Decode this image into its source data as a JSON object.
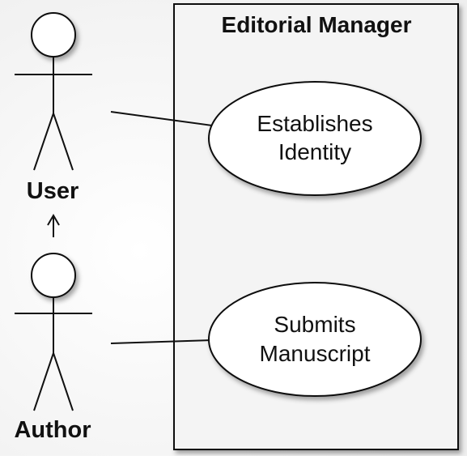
{
  "diagram": {
    "system": {
      "title": "Editorial Manager"
    },
    "actors": [
      {
        "id": "user",
        "label": "User"
      },
      {
        "id": "author",
        "label": "Author"
      }
    ],
    "use_cases": [
      {
        "id": "establishes-identity",
        "lines": [
          "Establishes",
          "Identity"
        ]
      },
      {
        "id": "submits-manuscript",
        "lines": [
          "Submits",
          "Manuscript"
        ]
      }
    ],
    "associations": [
      {
        "from": "user",
        "to": "establishes-identity"
      },
      {
        "from": "author",
        "to": "submits-manuscript"
      }
    ],
    "generalizations": [
      {
        "from": "author",
        "to": "user"
      }
    ]
  }
}
